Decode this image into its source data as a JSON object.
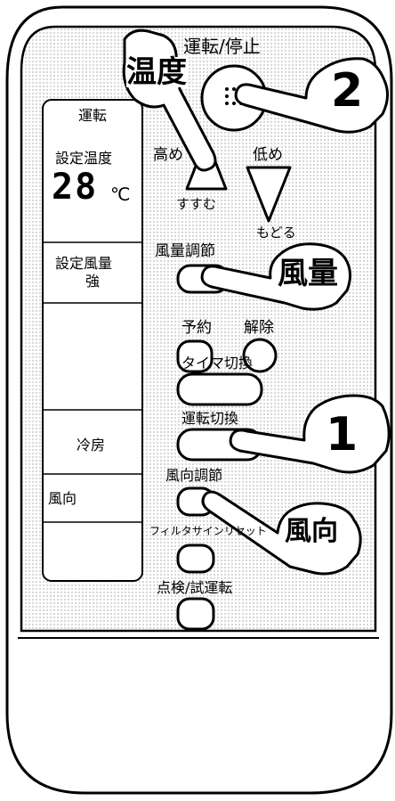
{
  "lcd": {
    "mode_label": "運転",
    "set_temp_label": "設定温度",
    "temperature": "28",
    "temp_unit": "℃",
    "fan_label": "設定風量",
    "fan_value": "強",
    "mode_value": "冷房",
    "direction_label": "風向"
  },
  "buttons": {
    "power": "運転/停止",
    "temp_up": "高め",
    "temp_up_sub": "すすむ",
    "temp_down": "低め",
    "temp_down_sub": "もどる",
    "fan": "風量調節",
    "reserve": "予約",
    "cancel": "解除",
    "timer_switch": "タイマ切換",
    "mode_switch": "運転切換",
    "direction": "風向調節",
    "filter_reset": "フィルタサインリセット",
    "inspection": "点検/試運転"
  },
  "callouts": {
    "temperature": "温度",
    "step2": "2",
    "fan": "風量",
    "step1": "1",
    "direction": "風向"
  }
}
